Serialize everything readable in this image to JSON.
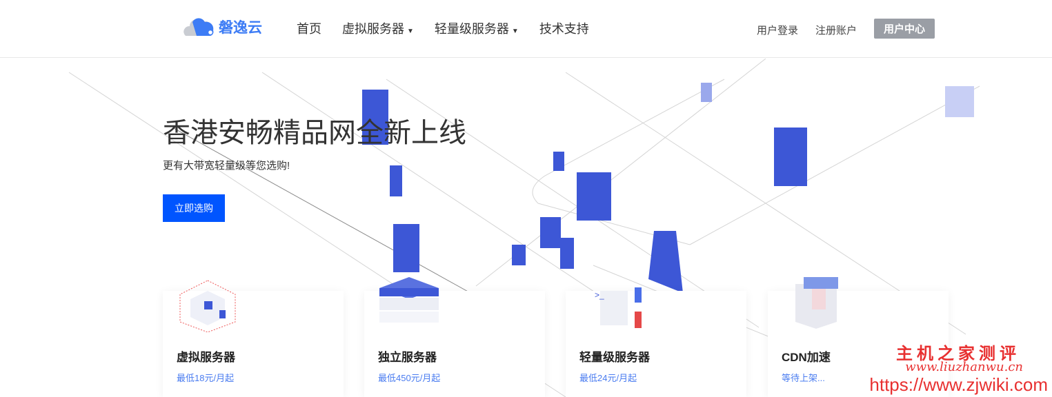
{
  "nav": {
    "logo": "磐逸云",
    "menu": [
      {
        "label": "首页"
      },
      {
        "label": "虚拟服务器",
        "dropdown": true
      },
      {
        "label": "轻量级服务器",
        "dropdown": true
      },
      {
        "label": "技术支持"
      }
    ],
    "login": "用户登录",
    "register": "注册账户",
    "user_center": "用户中心"
  },
  "hero": {
    "title": "香港安畅精品网全新上线",
    "subtitle": "更有大带宽轻量级等您选购!",
    "cta": "立即选购"
  },
  "cards": [
    {
      "title": "虚拟服务器",
      "price": "最低18元/月起"
    },
    {
      "title": "独立服务器",
      "price": "最低450元/月起"
    },
    {
      "title": "轻量级服务器",
      "price": "最低24元/月起"
    },
    {
      "title": "CDN加速",
      "price": "等待上架..."
    }
  ],
  "watermark": {
    "line1": "主机之家测评",
    "line2": "www.liuzhanwu.cn",
    "line3": "https://www.zjwiki.com"
  },
  "colors": {
    "accent": "#0055ff",
    "link": "#4a7cf0",
    "building": "#3d57d6"
  }
}
